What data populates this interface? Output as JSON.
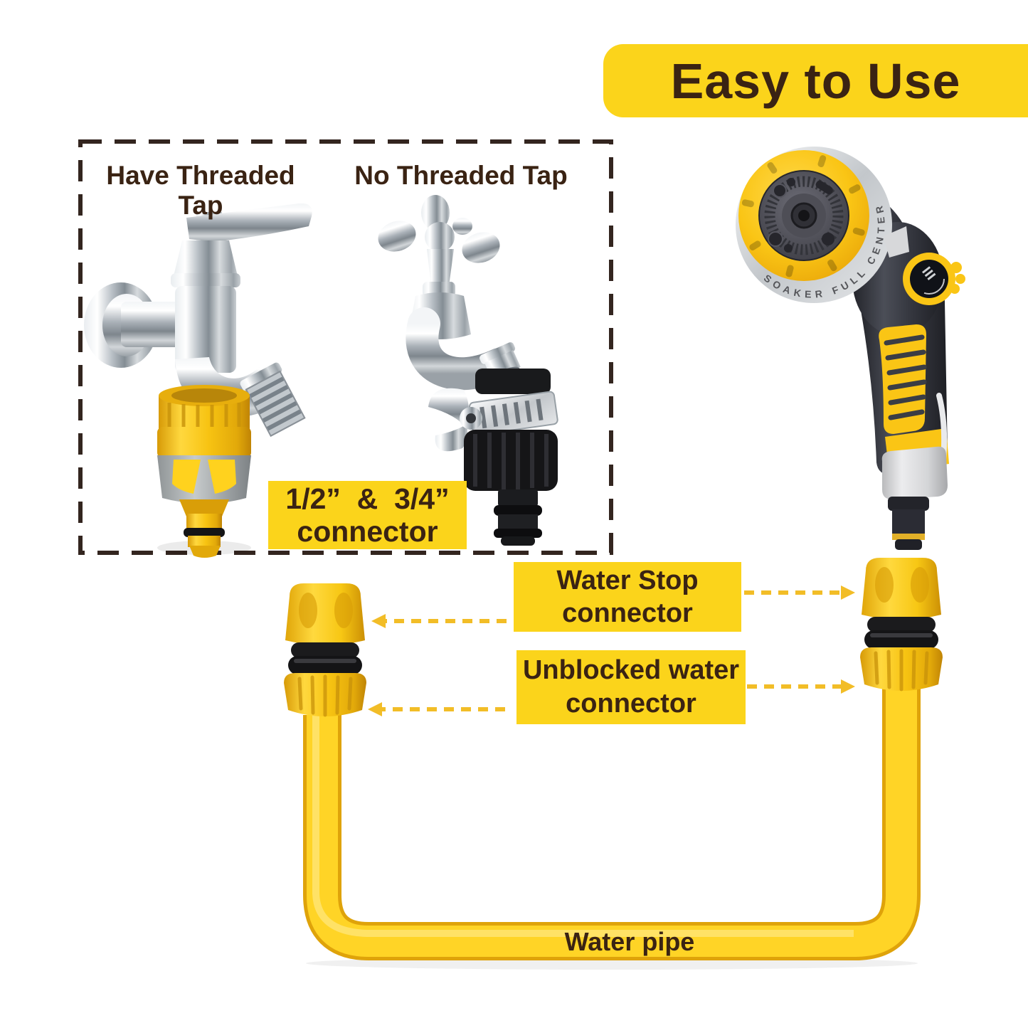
{
  "title_banner": {
    "label": "Easy to Use"
  },
  "tap_options_box": {
    "col_left_heading": "Have Threaded Tap",
    "col_right_heading": "No Threaded Tap",
    "size_label": {
      "line1": "1/2”  &  3/4”",
      "line2": "connector"
    }
  },
  "callouts": {
    "water_stop": {
      "line1": "Water Stop",
      "line2": "connector"
    },
    "unblocked_water": {
      "line1": "Unblocked water",
      "line2": "connector"
    },
    "water_pipe_label": "Water pipe"
  },
  "sprayer": {
    "mode_ring_text": "SOAKER    FULL    CENTER"
  },
  "colors": {
    "label_yellow": "#FBD41B",
    "text_brown": "#3A2313",
    "arrow_yellow": "#F2BD27",
    "pipe_yellow": "#FFD426",
    "connector_yellow": "#F7C312",
    "gun_yellow": "#FAC515",
    "dashed_border": "#33251F"
  }
}
